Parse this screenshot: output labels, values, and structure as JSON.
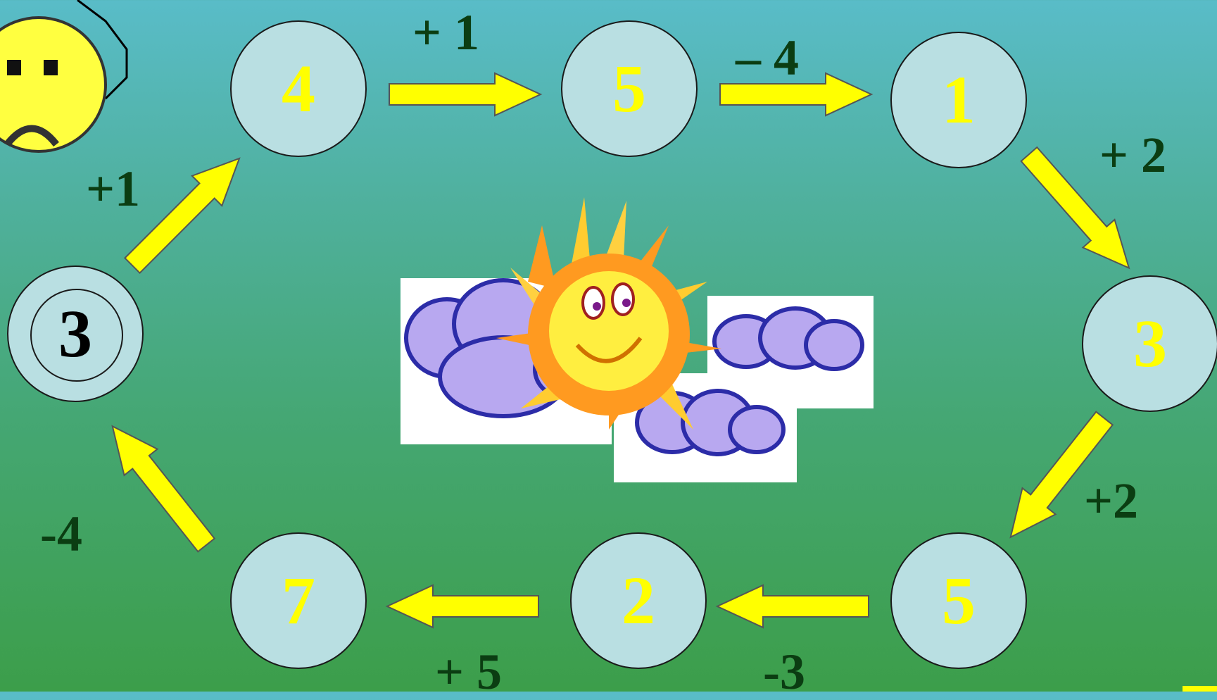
{
  "cycle": {
    "start": "3",
    "nodes": [
      "4",
      "5",
      "1",
      "3",
      "5",
      "2",
      "7"
    ],
    "operations": [
      "+1",
      "+ 1",
      "– 4",
      "+ 2",
      "+2",
      "-3",
      "+ 5",
      "-4"
    ]
  },
  "colors": {
    "node_fill": "#b9dfe2",
    "node_text": "#ffff00",
    "arrow": "#ffff00",
    "operation_text": "#0b3d12"
  },
  "icons": {
    "top_left": "sad-smiley-icon",
    "center": "sun-with-clouds-picture"
  }
}
